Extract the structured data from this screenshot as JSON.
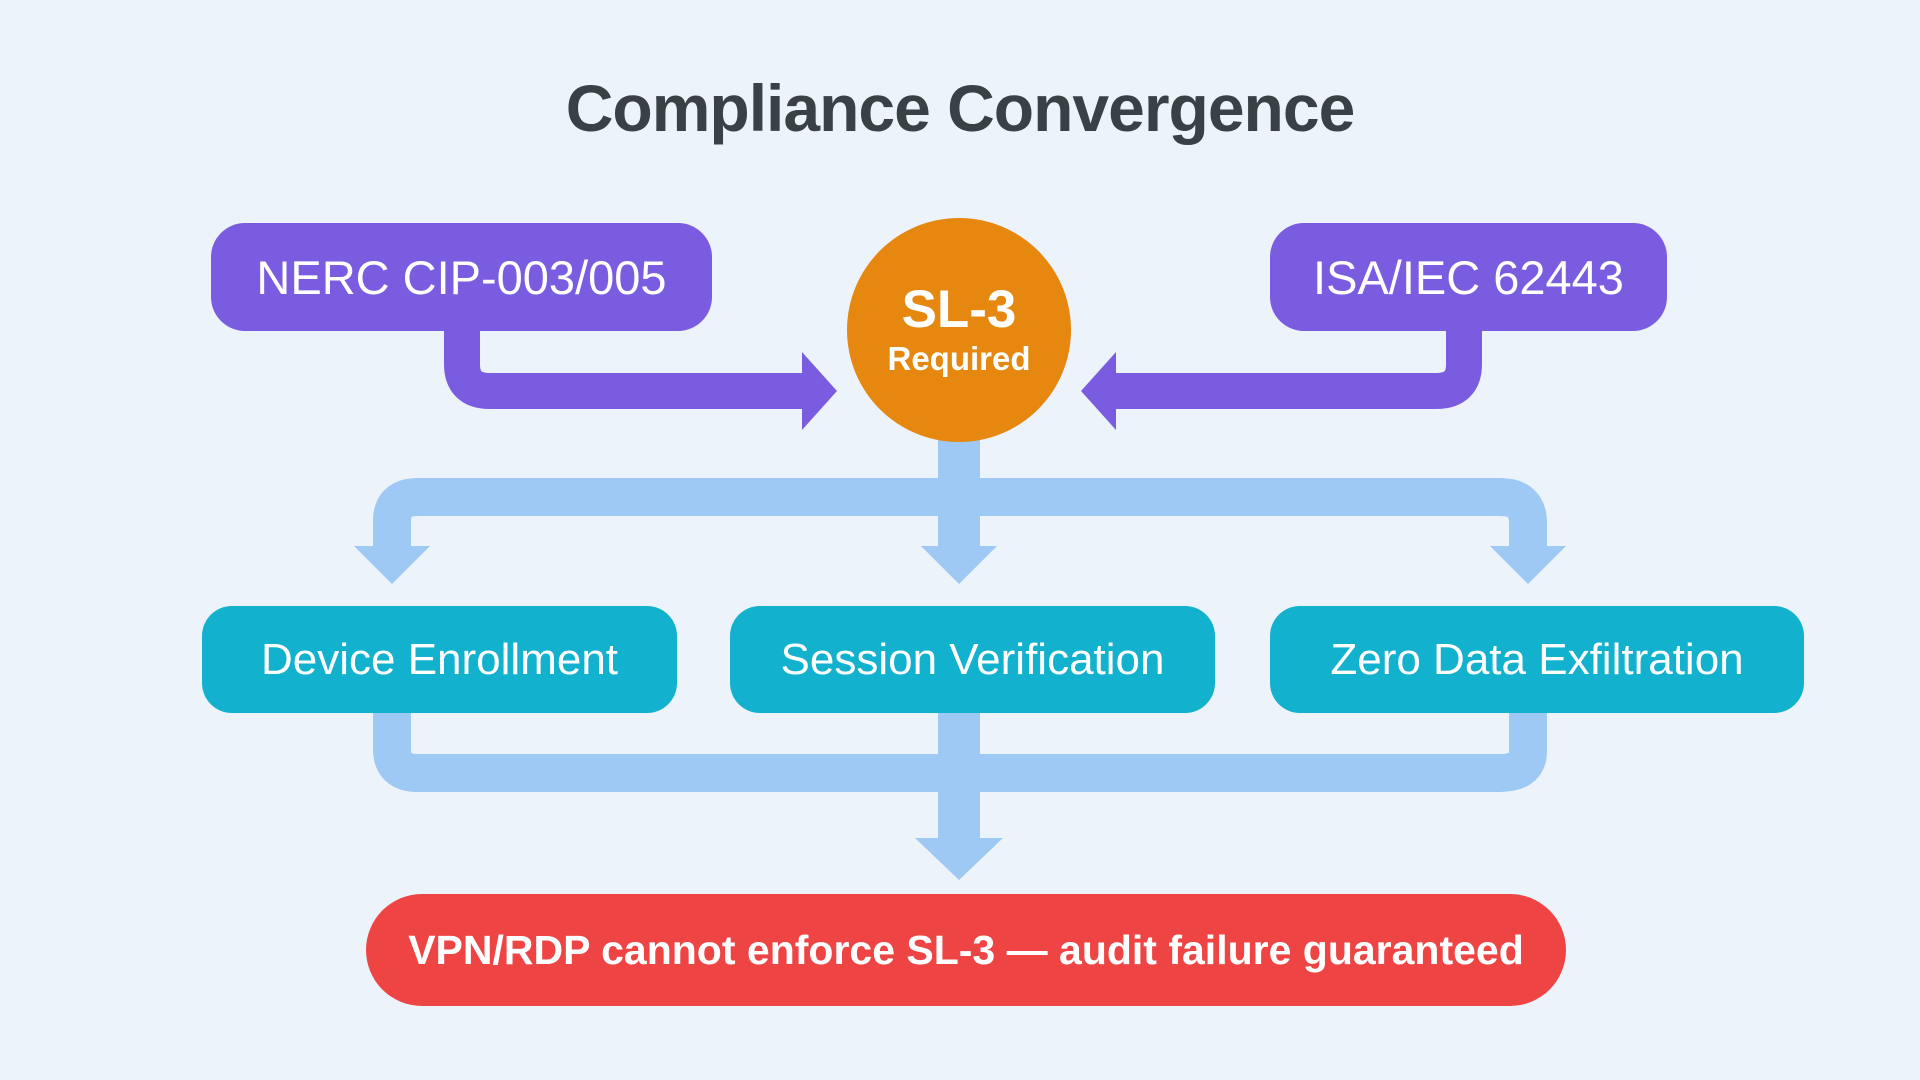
{
  "title": "Compliance Convergence",
  "sources": {
    "left": "NERC CIP-003/005",
    "right": "ISA/IEC 62443"
  },
  "hub": {
    "line1": "SL-3",
    "line2": "Required"
  },
  "requirements": [
    "Device Enrollment",
    "Session Verification",
    "Zero Data Exfiltration"
  ],
  "conclusion": "VPN/RDP cannot enforce SL-3 — audit failure guaranteed",
  "colors": {
    "background": "#edf3fb",
    "purple": "#7a5ce0",
    "orange": "#e6870f",
    "blue": "#9dc9f4",
    "teal": "#12b1ce",
    "red": "#ee4444",
    "ink": "#3b4046",
    "text_light": "#ffffff"
  }
}
